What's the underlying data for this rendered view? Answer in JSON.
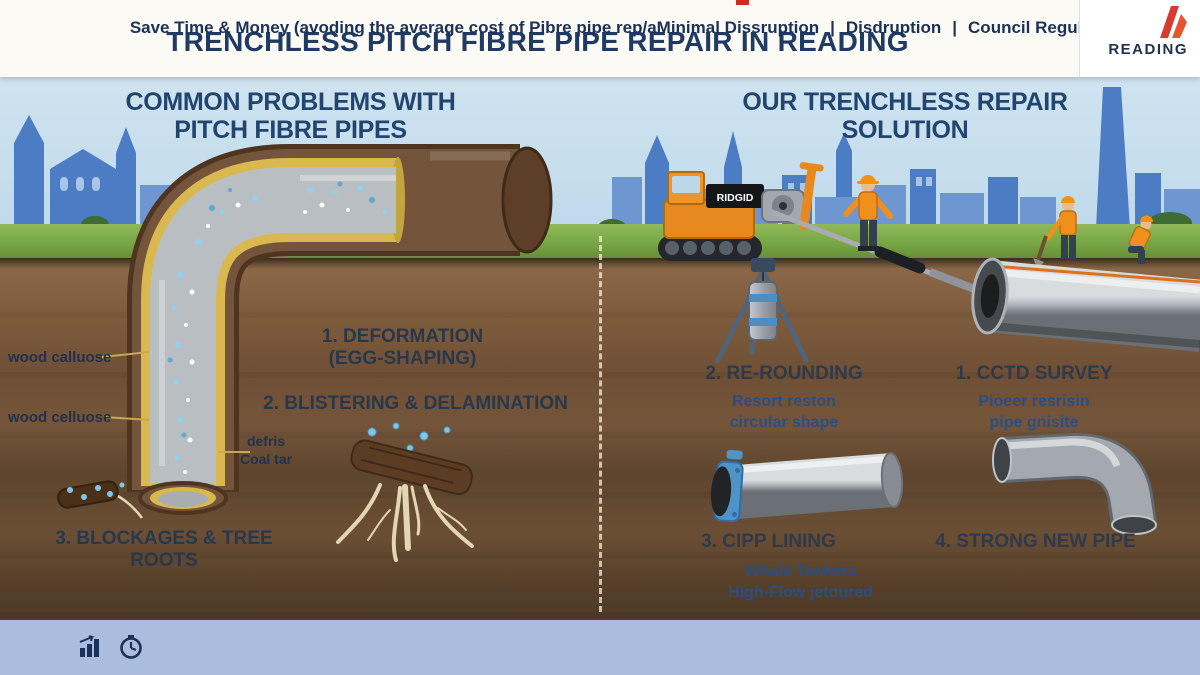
{
  "header": {
    "title": "TRENCHLESS PITCH FIBRE PIPE REPAIR IN READING",
    "logo_text": "READING"
  },
  "left_panel": {
    "heading": [
      "COMMON PROBLEMS WITH",
      "PITCH FIBRE PIPES"
    ],
    "callouts": {
      "wood1": "wood calluose",
      "wood2": "wood celluose",
      "debris_line1": "defris",
      "debris_line2": "Coal tar"
    },
    "problems": {
      "p1_line1": "1. DEFORMATION",
      "p1_line2": "(EGG-SHAPING)",
      "p2": "2. BLISTERING & DELAMINATION",
      "p3": "3. BLOCKAGES & TREE ROOTS"
    }
  },
  "right_panel": {
    "heading": [
      "OUR TRENCHLESS REPAIR",
      "SOLUTION"
    ],
    "machine_label": "RIDGID",
    "steps": {
      "rerounding": {
        "title": "2. RE-ROUNDING",
        "sub1": "Resort reston",
        "sub2": "circular shape"
      },
      "survey": {
        "title": "1. CCTD SURVEY",
        "sub1": "Pioeer resrisin",
        "sub2": "pipe gnisite"
      },
      "cipp": {
        "title": "3. CIPP LINING",
        "sub1": "Whale Tankers",
        "sub2": "High-Flow jetoured"
      },
      "newpipe": {
        "title": "4. STRONG NEW PIPE"
      }
    }
  },
  "footer": {
    "separator": "|",
    "items": [
      "Save Time & Money (avoding the average cost of Pibre pipe rep/aMinimal Dissruption",
      "Disdruption",
      "Council Regulations Compliant"
    ]
  }
}
